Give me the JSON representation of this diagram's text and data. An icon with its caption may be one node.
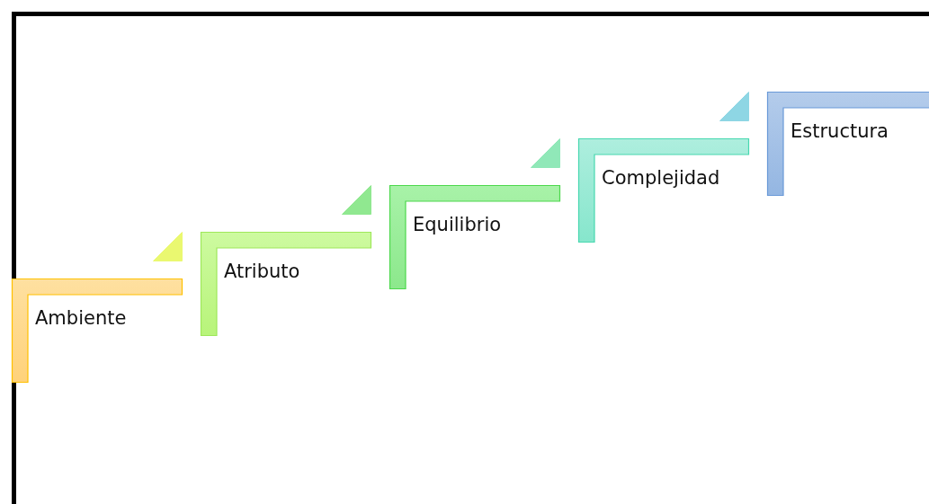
{
  "diagram": {
    "nodes": [
      {
        "text": [
          "Ambiente"
        ]
      },
      {
        "text": [
          "Atributo"
        ]
      },
      {
        "text": [
          "Equilibrio"
        ]
      },
      {
        "text": [
          "Complejidad"
        ]
      },
      {
        "text": [
          "Estructura"
        ]
      }
    ]
  }
}
